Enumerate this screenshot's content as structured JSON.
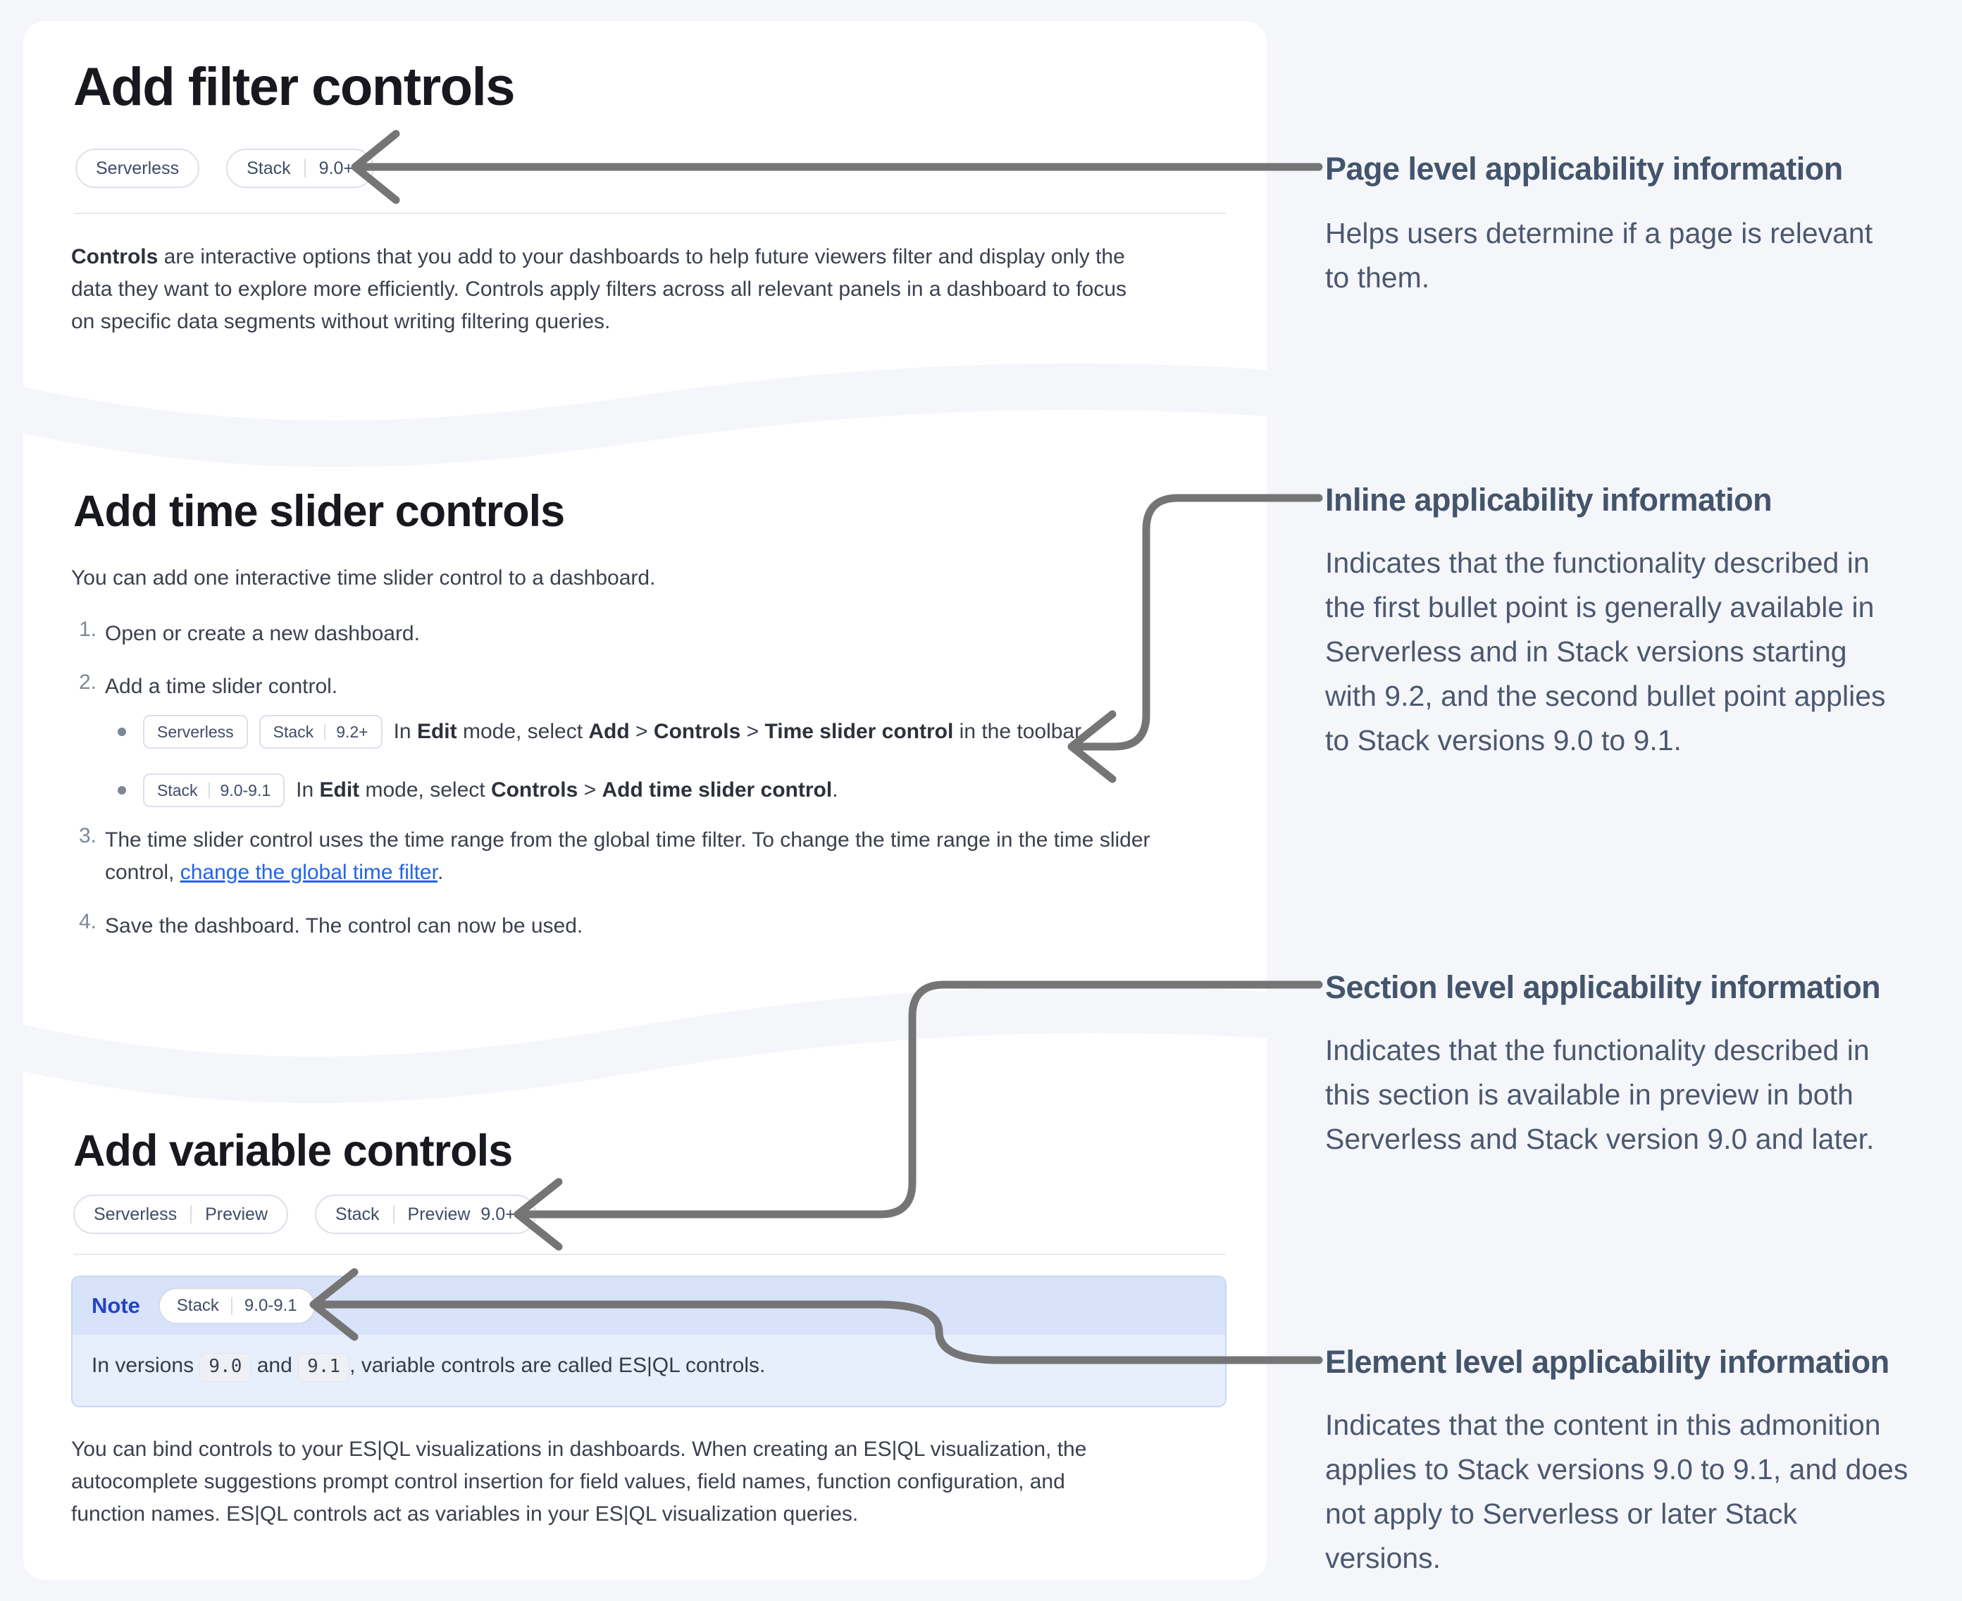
{
  "page": {
    "bg": "#f5f6fa",
    "arrow_color": "#757575"
  },
  "card1": {
    "title": "Add filter controls",
    "badges": [
      {
        "parts": [
          "Serverless"
        ]
      },
      {
        "parts": [
          "Stack",
          "9.0+"
        ]
      }
    ],
    "para_bold": "Controls",
    "para_rest": " are interactive options that you add to your dashboards to help future viewers filter and display only the\ndata they want to explore more efficiently. Controls apply filters across all relevant panels in a dashboard to focus\non specific data segments without writing filtering queries."
  },
  "card2": {
    "title": "Add time slider controls",
    "intro": "You can add one interactive time slider control to a dashboard.",
    "step1_num": "1.",
    "step1_text": "Open or create a new dashboard.",
    "step2_num": "2.",
    "step2_text": "Add a time slider control.",
    "bullet1": {
      "badges": [
        {
          "parts": [
            "Serverless"
          ]
        },
        {
          "parts": [
            "Stack",
            "9.2+"
          ]
        }
      ],
      "seg": [
        "In ",
        "Edit",
        " mode, select ",
        "Add",
        " > ",
        "Controls",
        " > ",
        "Time slider control",
        " in the toolbar."
      ]
    },
    "bullet2": {
      "badges": [
        {
          "parts": [
            "Stack",
            "9.0-9.1"
          ]
        }
      ],
      "seg": [
        "In ",
        "Edit",
        " mode, select ",
        "Controls",
        " > ",
        "Add time slider control",
        "."
      ]
    },
    "step3_num": "3.",
    "step3_pre": "The time slider control uses the time range from the global time filter. To change the time range in the time slider\ncontrol, ",
    "step3_link": "change the global time filter",
    "step3_post": ".",
    "step4_num": "4.",
    "step4_text": "Save the dashboard. The control can now be used."
  },
  "card3": {
    "title": "Add variable controls",
    "badges": [
      {
        "parts": [
          "Serverless",
          "Preview"
        ]
      },
      {
        "parts": [
          "Stack",
          "Preview 9.0+"
        ]
      }
    ],
    "note": {
      "label": "Note",
      "badge_parts": [
        "Stack",
        "9.0-9.1"
      ],
      "body_pre": "In versions ",
      "code1": "9.0",
      "body_mid": " and ",
      "code2": "9.1",
      "body_post": ", variable controls are called ES|QL controls."
    },
    "para": "You can bind controls to your ES|QL visualizations in dashboards. When creating an ES|QL visualization, the\nautocomplete suggestions prompt control insertion for field values, field names, function configuration, and\nfunction names. ES|QL controls act as variables in your ES|QL visualization queries."
  },
  "annotations": [
    {
      "heading": "Page level applicability information",
      "body": "Helps users determine if a page is relevant\nto them."
    },
    {
      "heading": "Inline applicability information",
      "body": "Indicates that the functionality described in\nthe first bullet point is generally available in\nServerless and in Stack versions starting\nwith 9.2, and the second bullet point applies\nto Stack versions 9.0 to 9.1."
    },
    {
      "heading": "Section level applicability information",
      "body": "Indicates that the functionality described in\nthis section is available in preview in both\nServerless and Stack version 9.0 and later."
    },
    {
      "heading": "Element level applicability information",
      "body": "Indicates that the content in this admonition\napplies to Stack versions 9.0 to 9.1, and does\nnot apply to Serverless or later Stack\nversions."
    }
  ]
}
